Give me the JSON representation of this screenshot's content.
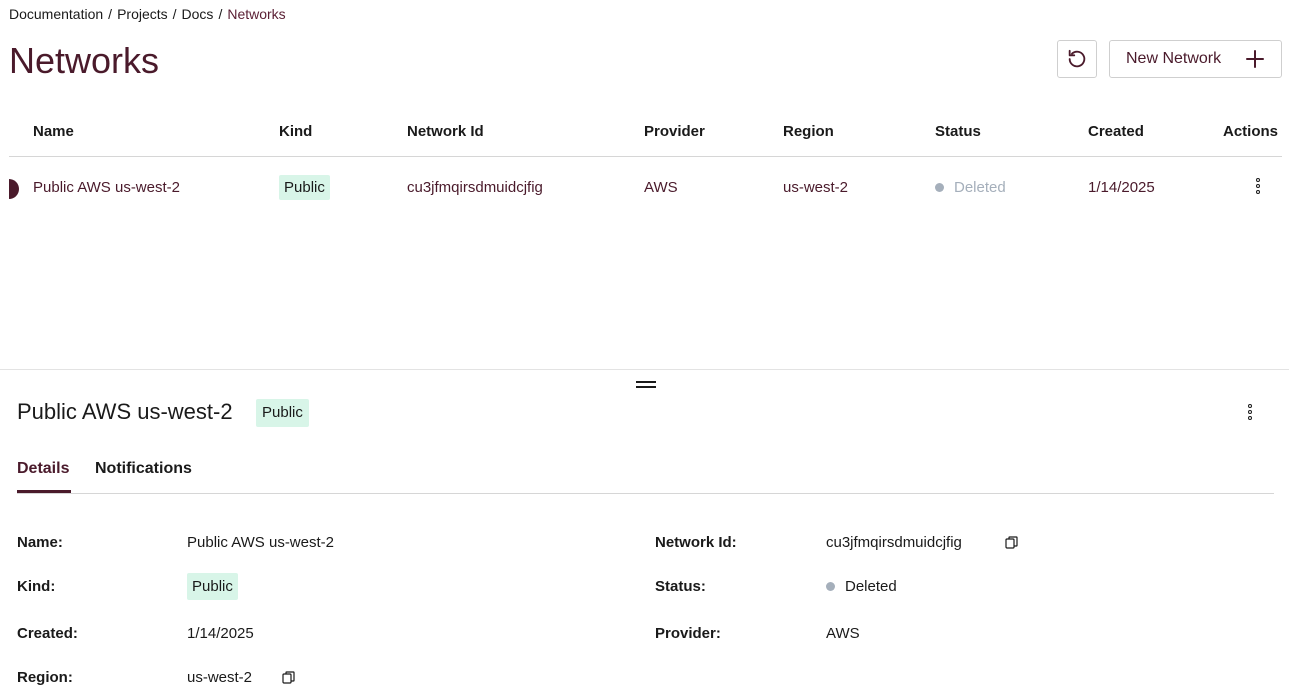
{
  "breadcrumb": [
    "Documentation",
    "Projects",
    "Docs",
    "Networks"
  ],
  "page": {
    "title": "Networks"
  },
  "toolbar": {
    "new_label": "New Network"
  },
  "table": {
    "columns": [
      "Name",
      "Kind",
      "Network Id",
      "Provider",
      "Region",
      "Status",
      "Created",
      "Actions"
    ],
    "rows": [
      {
        "name": "Public AWS us-west-2",
        "kind": "Public",
        "network_id": "cu3jfmqirsdmuidcjfig",
        "provider": "AWS",
        "region": "us-west-2",
        "status": "Deleted",
        "created": "1/14/2025"
      }
    ]
  },
  "detail": {
    "title": "Public AWS us-west-2",
    "kind_badge": "Public",
    "tabs": [
      "Details",
      "Notifications"
    ],
    "fields": {
      "name_label": "Name:",
      "name_value": "Public AWS us-west-2",
      "kind_label": "Kind:",
      "kind_value": "Public",
      "created_label": "Created:",
      "created_value": "1/14/2025",
      "region_label": "Region:",
      "region_value": "us-west-2",
      "network_id_label": "Network Id:",
      "network_id_value": "cu3jfmqirsdmuidcjfig",
      "status_label": "Status:",
      "status_value": "Deleted",
      "provider_label": "Provider:",
      "provider_value": "AWS"
    }
  },
  "colors": {
    "accent": "#4a1a2b",
    "badge_bg": "#d8f5e8",
    "status_deleted": "#a5afbb"
  },
  "icons": [
    "refresh-icon",
    "plus-icon",
    "kebab-icon",
    "copy-icon",
    "drag-handle-icon"
  ]
}
